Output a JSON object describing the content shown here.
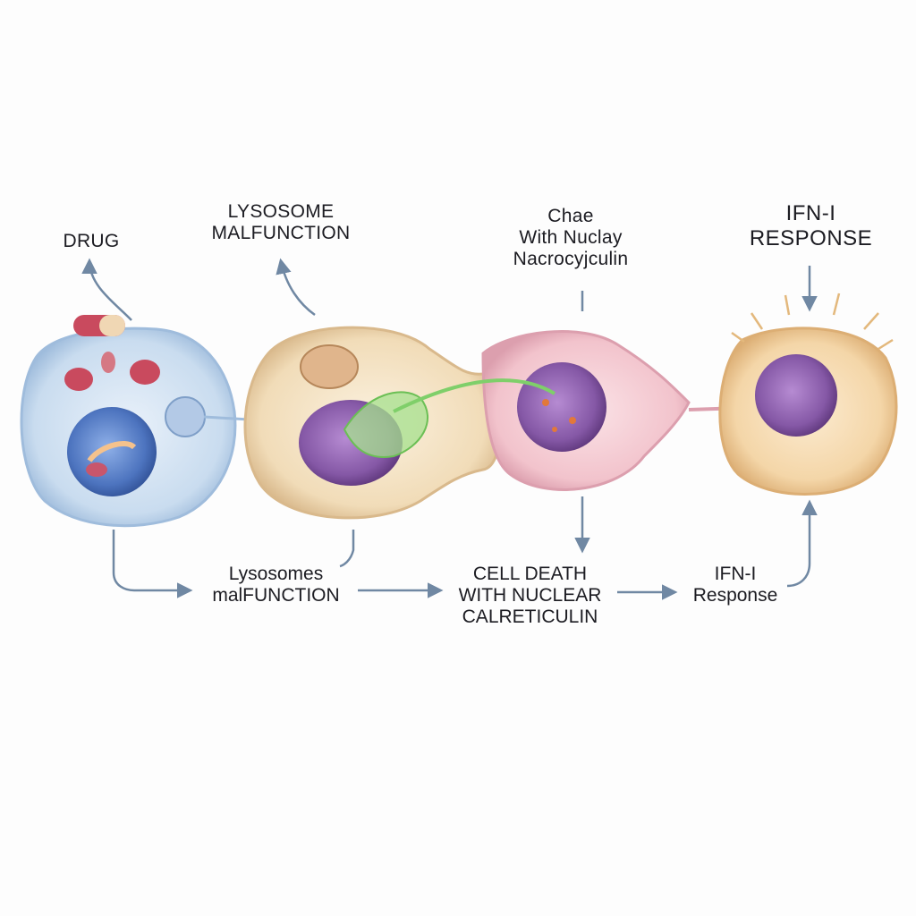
{
  "labels": {
    "top_drug": "DRUG",
    "top_lysosome_line1": "LYSOSOME",
    "top_lysosome_line2": "MALFUNCTION",
    "top_chae_line1": "Chae",
    "top_chae_line2": "With Nuclay",
    "top_chae_line3": "Nacrocyjculin",
    "top_ifn_line1": "IFN-I",
    "top_ifn_line2": "RESPONSE",
    "bottom_lysosomes_line1": "Lysosomes",
    "bottom_lysosomes_line2": "malFUNCTION",
    "bottom_celldeath_line1": "CELL DEATH",
    "bottom_celldeath_line2": "WITH NUCLEAR",
    "bottom_celldeath_line3": "CALRETICULIN",
    "bottom_ifn_line1": "IFN-I",
    "bottom_ifn_line2": "Response"
  },
  "colors": {
    "arrow": "#7088a3",
    "cell1_membrane": "#c7daee",
    "cell2_membrane": "#f1dcb8",
    "cell3_membrane": "#f2c3cc",
    "cell4_membrane": "#f4d6a8",
    "nucleus_blue": "#5a7fc4",
    "nucleus_purple": "#8c5aa8",
    "connector_green": "#7fcf6a",
    "text": "#1c1c22"
  },
  "icons": [
    "drug-capsule-icon",
    "lysosome-icon",
    "nucleus-icon",
    "ifn-burst-icon"
  ]
}
